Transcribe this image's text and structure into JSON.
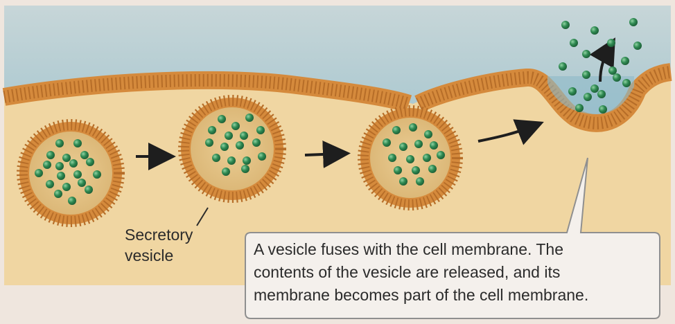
{
  "labels": {
    "secretory_vesicle": [
      "Secretory",
      "vesicle"
    ],
    "callout": [
      "A vesicle fuses with the cell membrane. The",
      "contents of the vesicle are released, and its",
      "membrane becomes part of the cell membrane."
    ]
  },
  "colors": {
    "page_background": "#efe6de",
    "extracellular_fluid": "#8db9c8",
    "cytoplasm": "#f0d7a4",
    "membrane": "#d58a3c",
    "membrane_stripes": "#b86e27",
    "vesicle_interior": "#e4c389",
    "molecule": "#2e7d4a",
    "arrow": "#1e1e1e",
    "callout_fill": "#f4f0ec",
    "callout_border": "#8f8f8f"
  },
  "icons": [
    "process-arrow-icon",
    "release-arrow-icon",
    "molecule-icon"
  ]
}
